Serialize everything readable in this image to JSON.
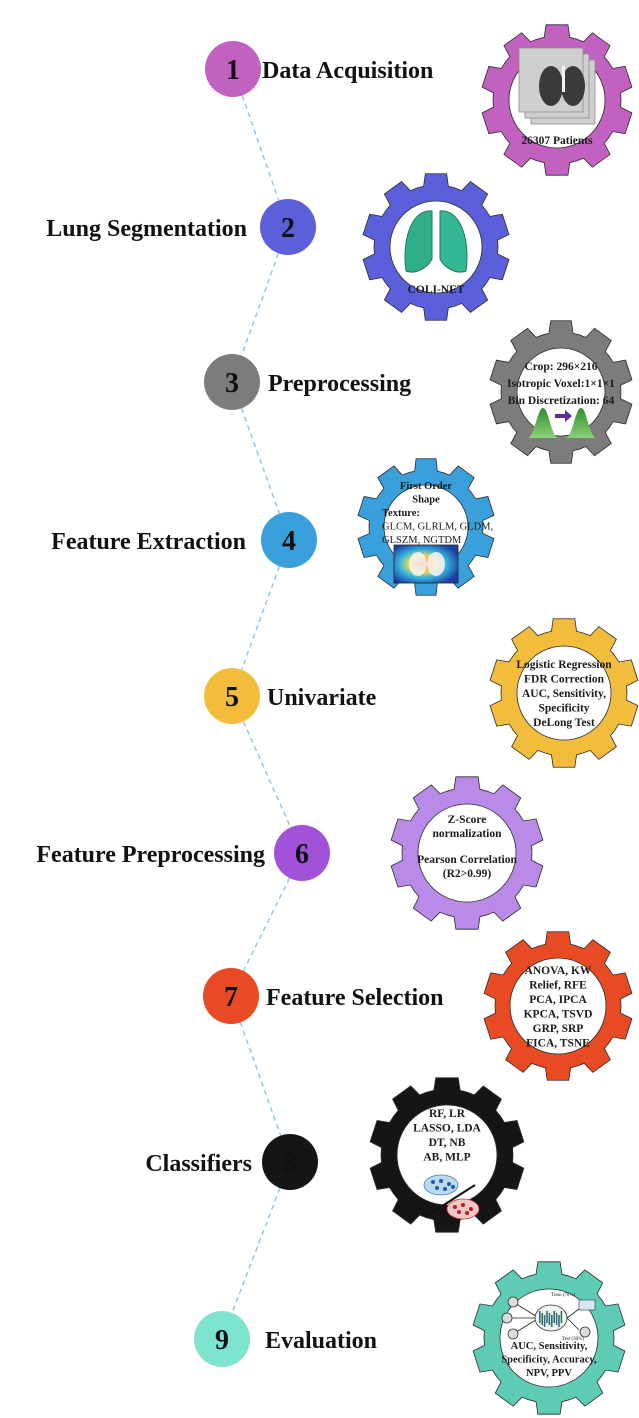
{
  "steps": [
    {
      "number": "1",
      "label": "Data Acquisition",
      "color": "#c262c0",
      "gear_color": "#c262c0",
      "gear_text": [
        "26307 Patients"
      ],
      "icon": "ct-lung-scan-icon"
    },
    {
      "number": "2",
      "label": "Lung Segmentation",
      "color": "#5b5fd9",
      "gear_color": "#5b5fd9",
      "gear_text": [
        "COLI-NET"
      ],
      "icon": "lung-3d-model-icon"
    },
    {
      "number": "3",
      "label": "Preprocessing",
      "color": "#7e7b7b",
      "gear_color": "#7e7b7b",
      "gear_text": [
        "Crop: 296×216",
        "Isotropic Voxel:1×1×1",
        "Bin Discretization: 64"
      ],
      "icon": "histogram-shift-icon"
    },
    {
      "number": "4",
      "label": "Feature Extraction",
      "color": "#3aa0db",
      "gear_color": "#3aa0db",
      "gear_text": [
        "First Order",
        "Shape",
        "Texture:",
        "GLCM, GLRLM, GLDM,",
        "GLSZM, NGTDM"
      ],
      "icon": "feature-heatmap-icon"
    },
    {
      "number": "5",
      "label": "Univariate",
      "color": "#f2bd3c",
      "gear_color": "#f2bd3c",
      "gear_text": [
        "Logistic Regression",
        "FDR Correction",
        "AUC, Sensitivity,",
        "Specificity",
        "DeLong Test"
      ],
      "icon": ""
    },
    {
      "number": "6",
      "label": "Feature Preprocessing",
      "color": "#a252d8",
      "gear_color": "#b98ae8",
      "gear_text": [
        "Z-Score",
        "normalization",
        "Pearson Correlation",
        "(R2>0.99)"
      ],
      "icon": ""
    },
    {
      "number": "7",
      "label": "Feature Selection",
      "color": "#e84a23",
      "gear_color": "#e84a23",
      "gear_text": [
        "ANOVA, KW",
        "Relief, RFE",
        "PCA, IPCA",
        "KPCA, TSVD",
        "GRP, SRP",
        "FICA, TSNE"
      ],
      "icon": ""
    },
    {
      "number": "8",
      "label": "Classifiers",
      "color": "#151515",
      "gear_color": "#151515",
      "gear_text": [
        "RF, LR",
        "LASSO, LDA",
        "DT, NB",
        "AB, MLP"
      ],
      "icon": "class-separation-icon"
    },
    {
      "number": "9",
      "label": "Evaluation",
      "color": "#7ee3cf",
      "gear_color": "#5ecbb5",
      "gear_text": [
        "AUC, Sensitivity,",
        "Specificity, Accuracy,",
        "NPV, PPV"
      ],
      "icon": "train-test-network-icon",
      "subtext": [
        "Train (70%)",
        "Test (30%)"
      ]
    }
  ],
  "connector_color": "#8ec3e8"
}
